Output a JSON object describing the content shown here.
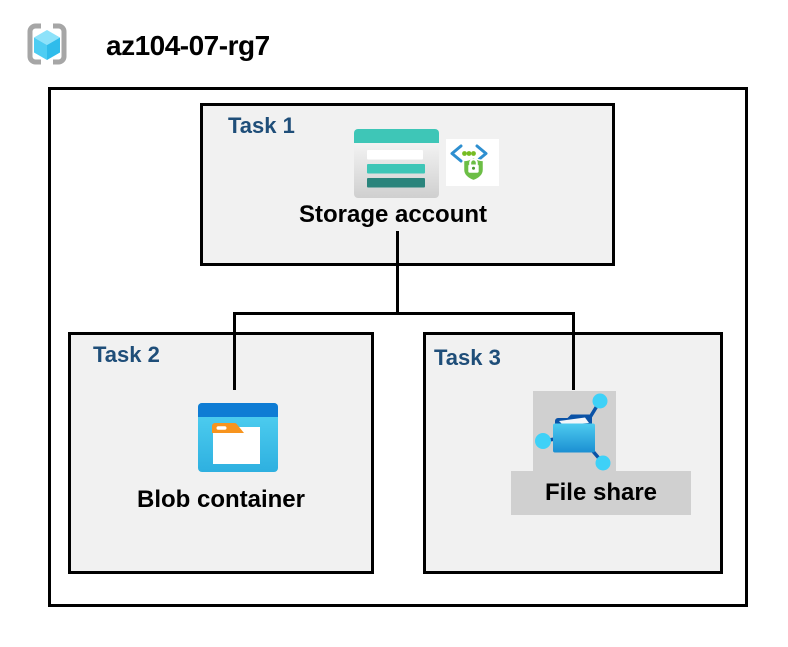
{
  "header": {
    "resource_group_name": "az104-07-rg7",
    "icon": "resource-group-icon"
  },
  "tasks": [
    {
      "label": "Task 1",
      "item": "Storage account",
      "icons": [
        "storage-account-icon",
        "secure-access-badge-icon"
      ],
      "highlighted": false
    },
    {
      "label": "Task 2",
      "item": "Blob container",
      "icons": [
        "blob-container-icon"
      ],
      "highlighted": false
    },
    {
      "label": "Task 3",
      "item": "File share",
      "icons": [
        "file-share-icon"
      ],
      "highlighted": true
    }
  ],
  "connections": [
    {
      "from": "Storage account",
      "to": "Blob container"
    },
    {
      "from": "Storage account",
      "to": "File share"
    }
  ],
  "colors": {
    "task_label": "#1F4E79",
    "box_fill": "#F1F1F1",
    "box_border": "#000000",
    "highlight_gray": "#D0D0D0",
    "storage_teal": "#3EC6B7",
    "storage_teal_dark": "#2A847C",
    "blob_bar_blue": "#0F7CD4",
    "blob_body_blue": "#3FC3EC",
    "file_node_cyan": "#3ED1F7",
    "file_folder_blue": "#1E96D7",
    "file_flap_navy": "#0A52A6",
    "tab_orange": "#F7941E",
    "badge_green": "#6CBE45",
    "badge_bracket_blue": "#2E8FD0",
    "bracket_gray": "#A6A6A6",
    "cube_cyan_light": "#8DE2FA",
    "cube_cyan": "#4ECDF3",
    "cube_cyan_dark": "#2FBCEB"
  }
}
